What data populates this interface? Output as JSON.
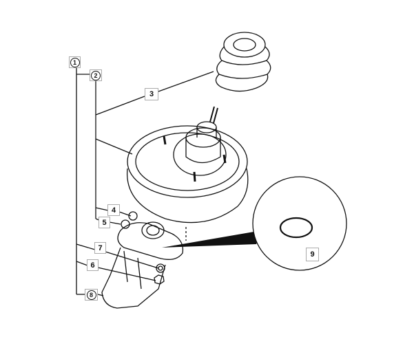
{
  "diagram": {
    "callouts": [
      {
        "id": "1",
        "label": "1",
        "circled": true
      },
      {
        "id": "2",
        "label": "2",
        "circled": true
      },
      {
        "id": "3",
        "label": "3",
        "circled": false
      },
      {
        "id": "4",
        "label": "4",
        "circled": false
      },
      {
        "id": "5",
        "label": "5",
        "circled": false
      },
      {
        "id": "6",
        "label": "6",
        "circled": false
      },
      {
        "id": "7",
        "label": "7",
        "circled": false
      },
      {
        "id": "8",
        "label": "8",
        "circled": true
      },
      {
        "id": "9",
        "label": "9",
        "circled": false
      }
    ]
  }
}
